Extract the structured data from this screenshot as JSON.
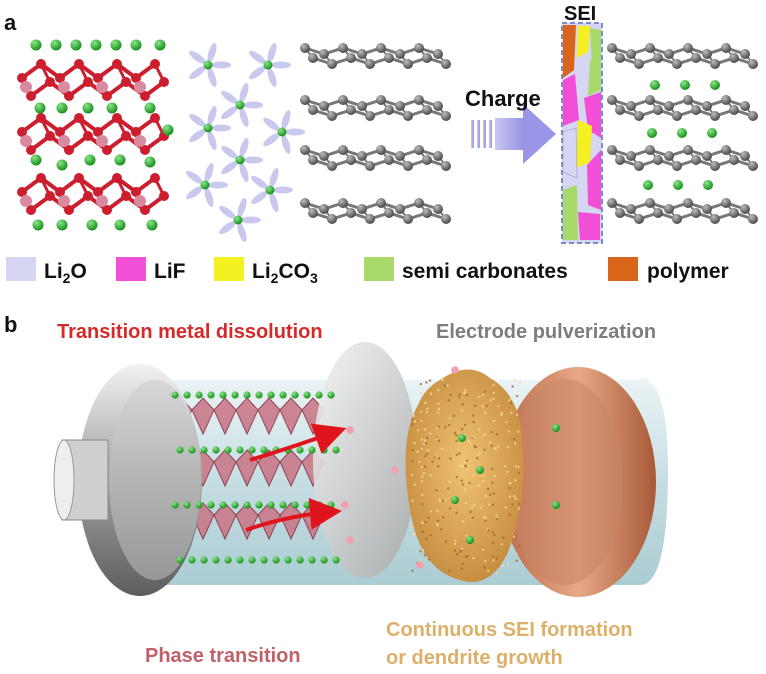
{
  "panel_a": {
    "label": "a",
    "charge_label": "Charge",
    "sei_label": "SEI",
    "legend": [
      {
        "text": "Li",
        "sub": "2",
        "tail": "O",
        "color": "#d6d6f2"
      },
      {
        "text": "LiF",
        "sub": "",
        "tail": "",
        "color": "#f04fd6"
      },
      {
        "text": "Li",
        "sub": "2",
        "tail": "CO",
        "sub2": "3",
        "color": "#f4f021"
      },
      {
        "text": "semi carbonates",
        "sub": "",
        "tail": "",
        "color": "#a8d96a"
      },
      {
        "text": "polymer",
        "sub": "",
        "tail": "",
        "color": "#d9651a"
      }
    ],
    "colors": {
      "lithium": "#2fb52f",
      "oxygen": "#cc1e2e",
      "metal": "#d98aa0",
      "carbon": "#666666",
      "solvent": "#c9c9ee",
      "arrow": "#b3b0ec"
    }
  },
  "panel_b": {
    "label": "b",
    "transition_metal_dissolution": "Transition metal dissolution",
    "electrode_pulverization": "Electrode pulverization",
    "continuous_sei_line1": "Continuous SEI formation",
    "continuous_sei_line2": "or dendrite growth",
    "phase_transition": "Phase transition",
    "colors": {
      "red_text": "#d42a2a",
      "grey_text": "#7d7d7d",
      "gold_text": "#ddb06a",
      "phase_text": "#c06068"
    }
  }
}
